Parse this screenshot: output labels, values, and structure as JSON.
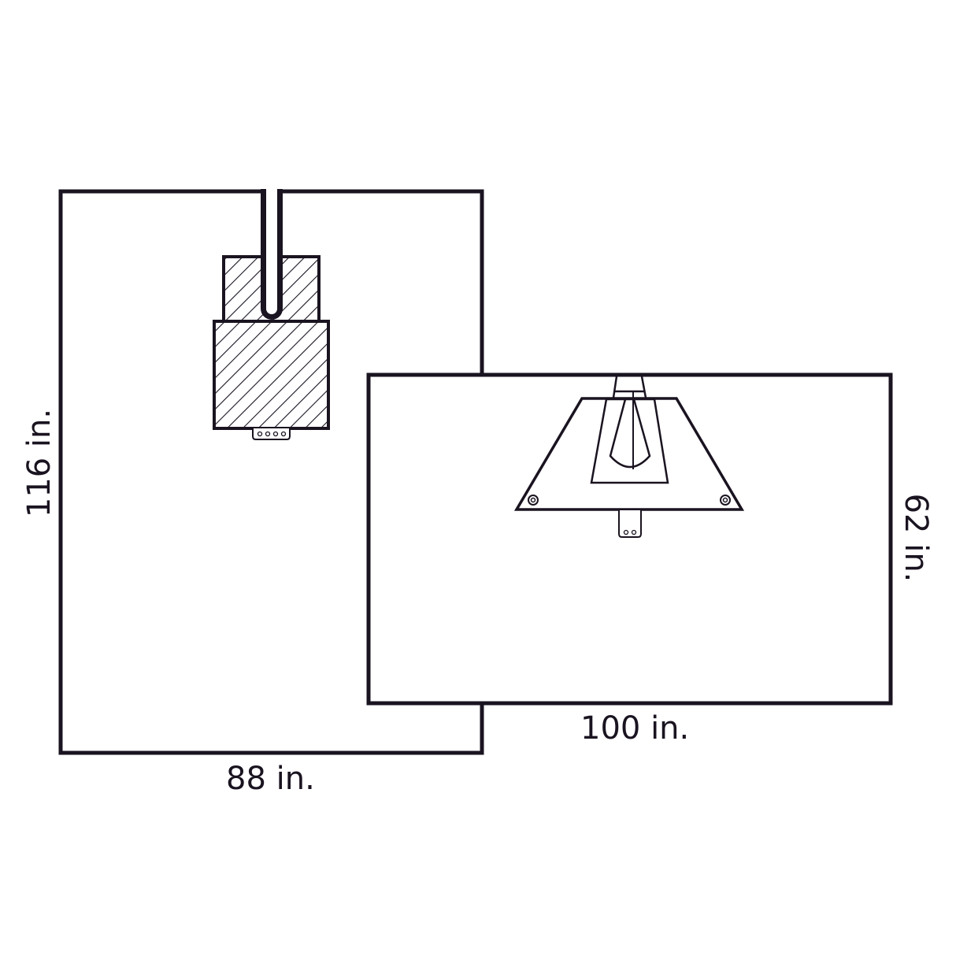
{
  "diagram": {
    "type": "drape-dimension-diagram",
    "colors": {
      "stroke": "#1a1320",
      "background": "#ffffff",
      "fill": "#ffffff"
    },
    "left_drape": {
      "name": "main-drape",
      "width_label": "88 in.",
      "height_label": "116 in.",
      "features": [
        "center-slot",
        "upper-hatched-reinforcement",
        "lower-hatched-reinforcement",
        "tab-with-4-holes"
      ]
    },
    "right_drape": {
      "name": "secondary-drape",
      "width_label": "100 in.",
      "height_label": "62 in.",
      "features": [
        "stem",
        "trapezoid-panel",
        "inner-panel",
        "fenestration",
        "grommet-left",
        "grommet-right",
        "tab-with-2-holes"
      ]
    }
  },
  "labels": {
    "left_width": "88 in.",
    "left_height": "116 in.",
    "right_width": "100 in.",
    "right_height": "62 in."
  }
}
